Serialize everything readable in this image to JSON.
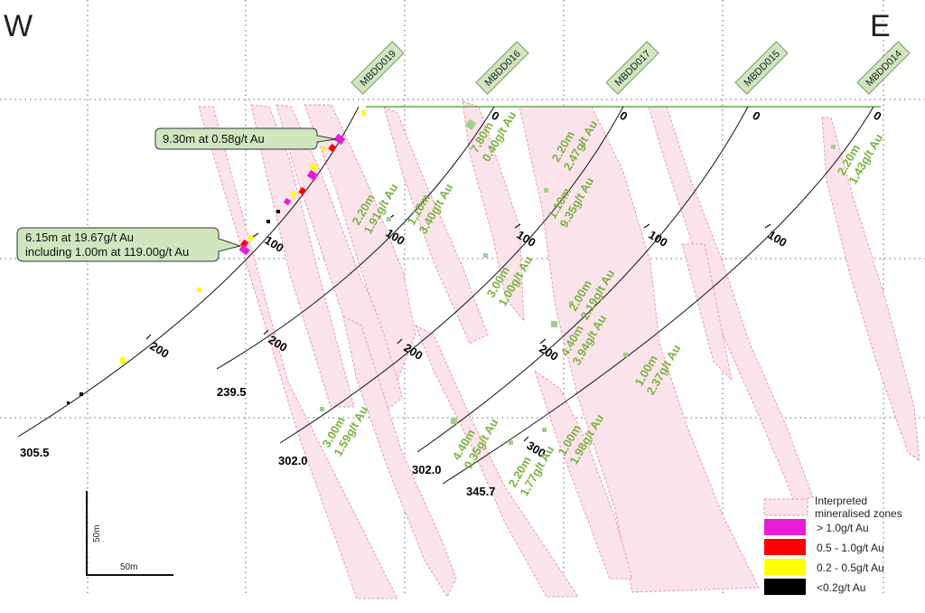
{
  "directions": {
    "west": "W",
    "east": "E"
  },
  "holes": [
    {
      "name": "MBDD019",
      "depth_labels": [
        "100",
        "200"
      ],
      "end_depth": "305.5"
    },
    {
      "name": "MBDD016",
      "depth_labels": [
        "0",
        "100",
        "200"
      ],
      "end_depth": "239.5"
    },
    {
      "name": "MBDD017",
      "depth_labels": [
        "0",
        "100",
        "200"
      ],
      "end_depth": "302.0"
    },
    {
      "name": "MBDD015",
      "depth_labels": [
        "0",
        "100",
        "200"
      ],
      "end_depth": "302.0"
    },
    {
      "name": "MBDD014",
      "depth_labels": [
        "0",
        "100",
        "300"
      ],
      "end_depth": "345.7"
    }
  ],
  "intercepts": [
    {
      "width": "7.80m",
      "grade": "0.40g/t Au"
    },
    {
      "width": "2.20m",
      "grade": "2.47g/t Au"
    },
    {
      "width": "2.20m",
      "grade": "1.43g/t Au"
    },
    {
      "width": "2.20m",
      "grade": "1.91g/t Au"
    },
    {
      "width": "1.10m",
      "grade": "3.40g/t Au"
    },
    {
      "width": "1.10m",
      "grade": "9.35g/t Au"
    },
    {
      "width": "3.00m",
      "grade": "1.00g/t Au"
    },
    {
      "width": "2.00m",
      "grade": "2.19g/t Au"
    },
    {
      "width": "4.40m",
      "grade": "3.94g/t Au"
    },
    {
      "width": "1.00m",
      "grade": "2.37g/t Au"
    },
    {
      "width": "3.00m",
      "grade": "1.59g/t Au"
    },
    {
      "width": "4.40m",
      "grade": "0.35g/t Au"
    },
    {
      "width": "1.00m",
      "grade": "1.98g/t Au"
    },
    {
      "width": "2.20m",
      "grade": "1.77g/t Au"
    }
  ],
  "callouts": {
    "upper": "9.30m at 0.58g/t Au",
    "lower_line1": "6.15m at 19.67g/t Au",
    "lower_line2": "including 1.00m at 119.00g/t Au"
  },
  "legend": {
    "zones_line1": "Interpreted",
    "zones_line2": "mineralised zones",
    "items": [
      {
        "label": "> 1.0g/t Au",
        "color": "#e61ed6"
      },
      {
        "label": "0.5 - 1.0g/t Au",
        "color": "#ff0000"
      },
      {
        "label": "0.2 - 0.5g/t Au",
        "color": "#ffff00"
      },
      {
        "label": "<0.2g/t Au",
        "color": "#000000"
      }
    ]
  },
  "scale_bar": {
    "vertical": "50m",
    "horizontal": "50m"
  },
  "colors": {
    "zone_fill": "#fbe3ec",
    "zone_edge": "#e89aaa",
    "annotation": "#7bb341",
    "label_box": "#cfe6bf",
    "surface": "#67a84a"
  }
}
